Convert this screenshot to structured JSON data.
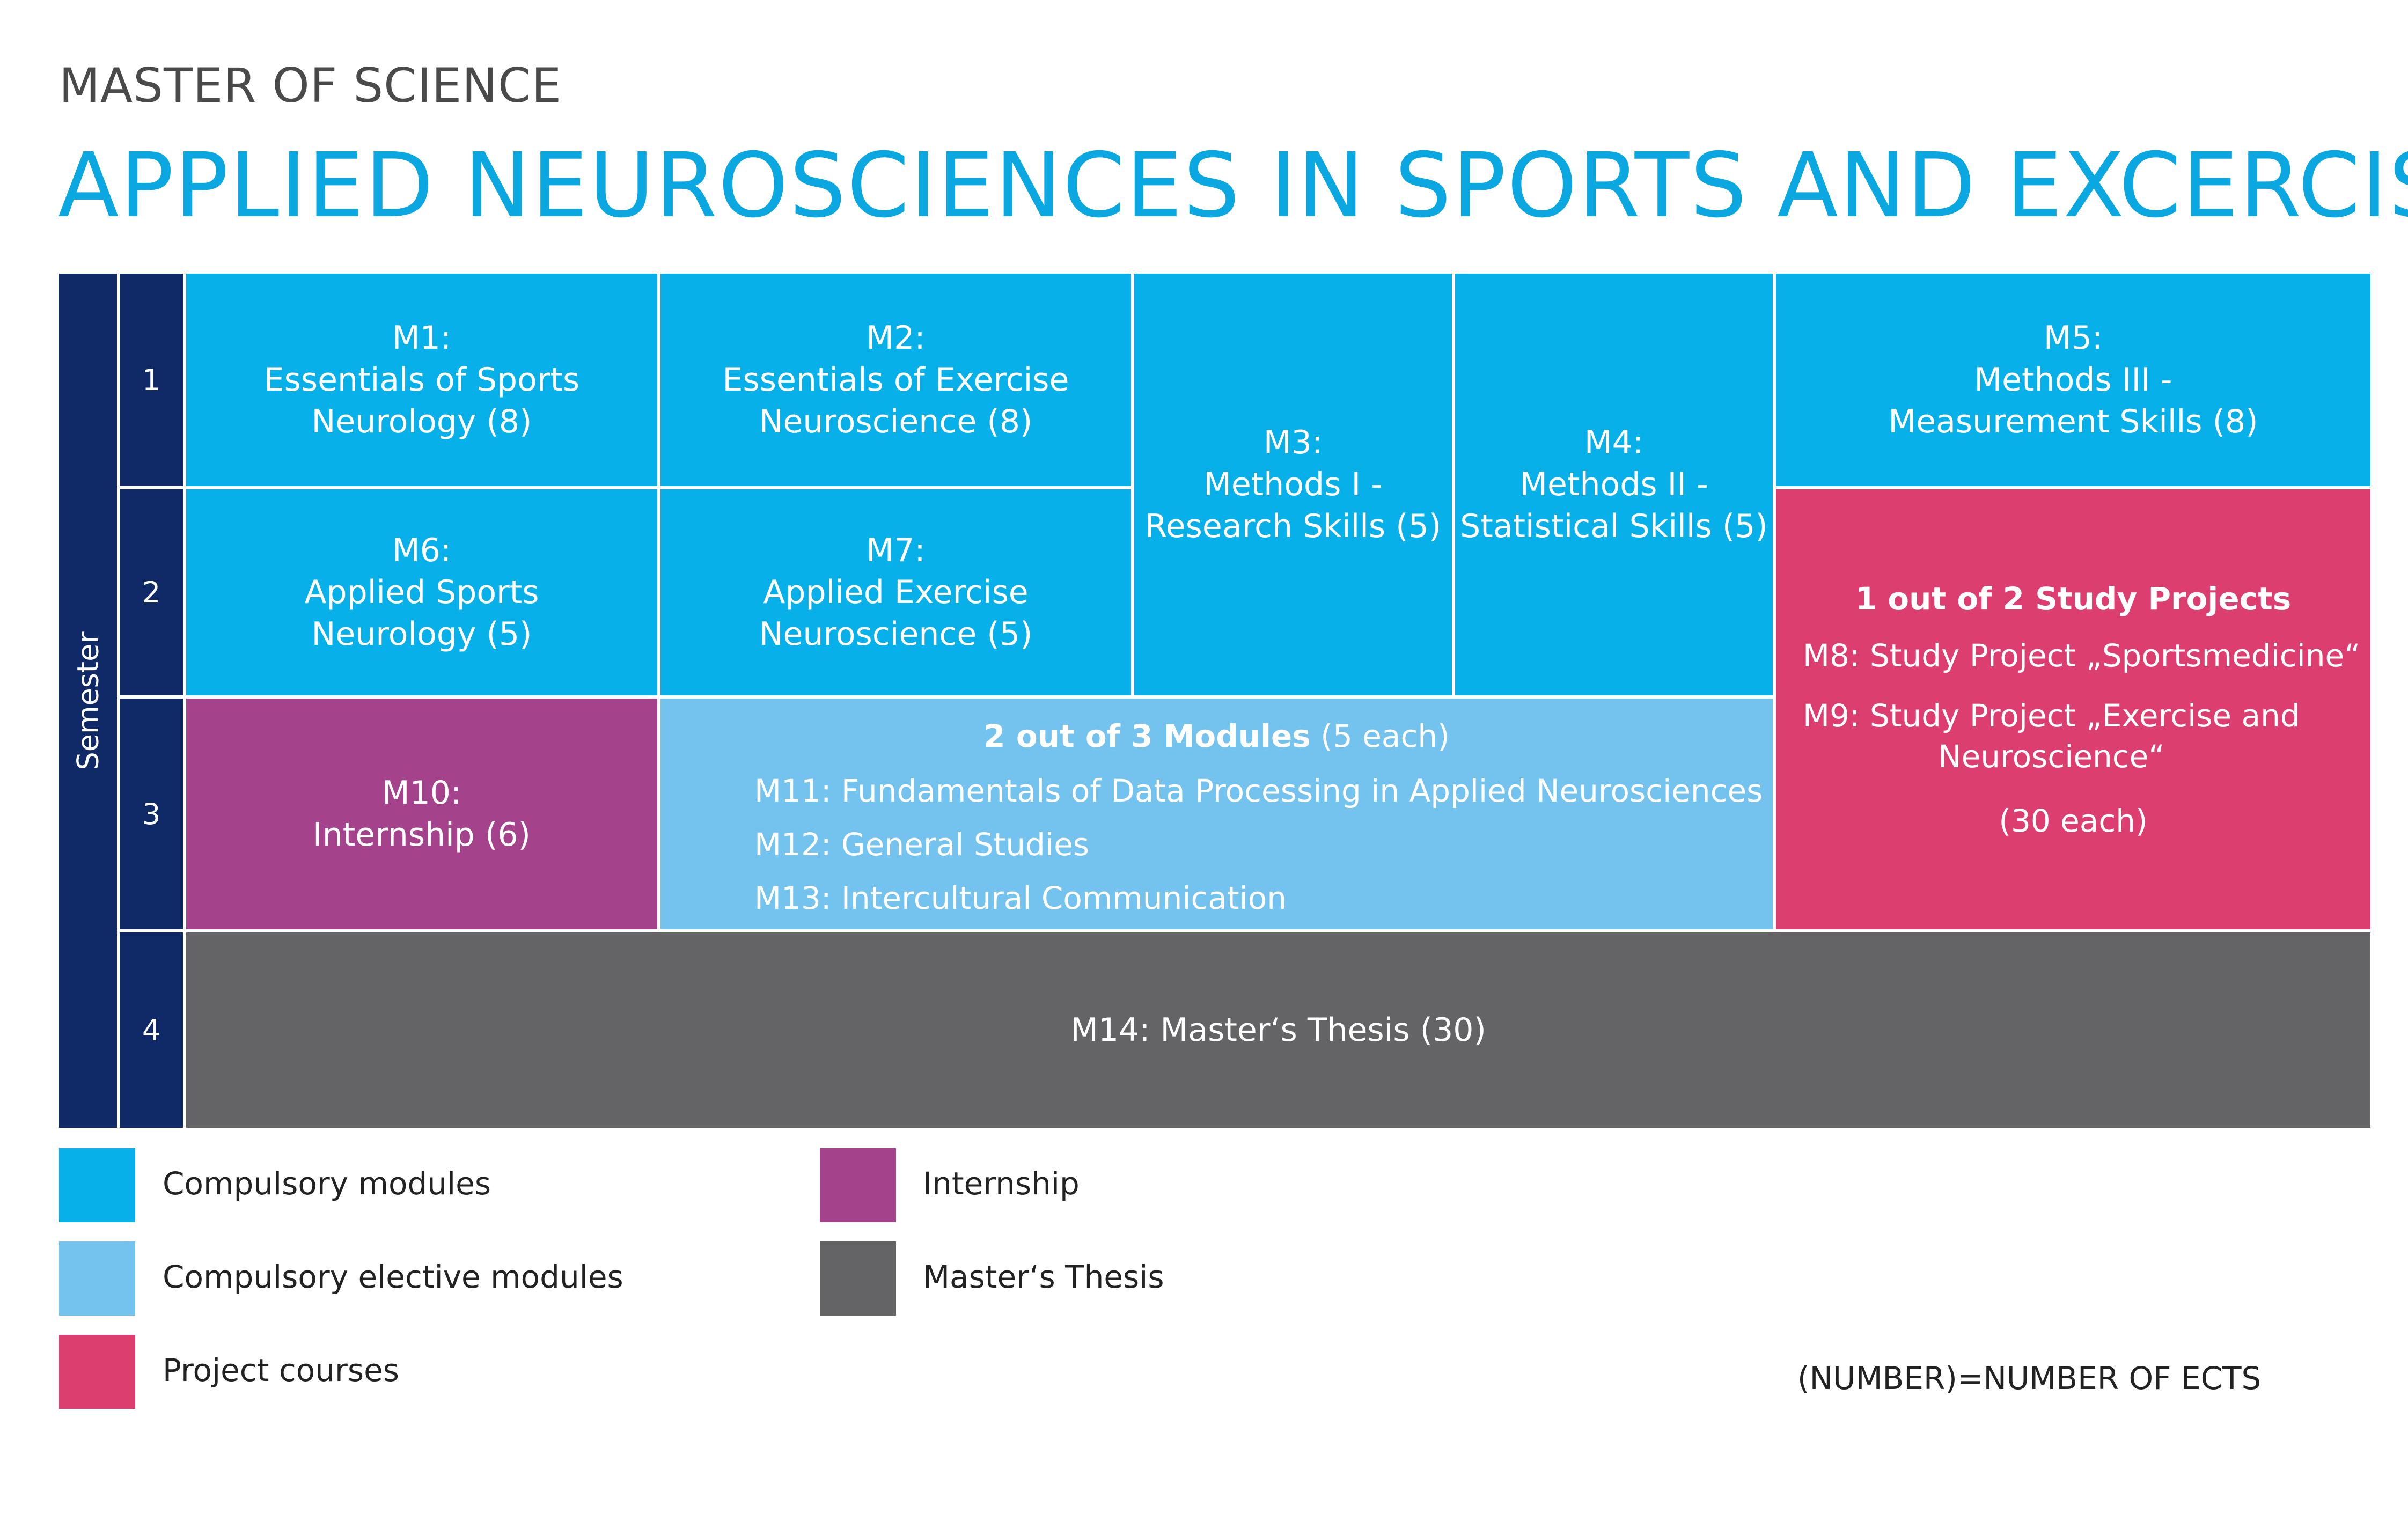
{
  "header": {
    "subtitle": "MASTER OF SCIENCE",
    "title": "APPLIED NEUROSCIENCES IN SPORTS AND EXCERCISE"
  },
  "semester_axis": {
    "label": "Semester",
    "numbers": [
      "1",
      "2",
      "3",
      "4"
    ]
  },
  "modules": {
    "m1": "M1:\nEssentials of Sports\nNeurology (8)",
    "m2": "M2:\nEssentials of Exercise\nNeuroscience (8)",
    "m3": "M3:\nMethods I -\nResearch Skills (5)",
    "m4": "M4:\nMethods II -\nStatistical Skills (5)",
    "m5": "M5:\nMethods III -\nMeasurement Skills (8)",
    "m6": "M6:\nApplied Sports\nNeurology (5)",
    "m7": "M7:\nApplied Exercise\nNeuroscience (5)",
    "m10": "M10:\nInternship (6)",
    "m14": "M14: Master‘s Thesis (30)"
  },
  "electives": {
    "heading_bold": "2 out of 3 Modules",
    "heading_rest": " (5 each)",
    "items": [
      "M11: Fundamentals of Data Processing in Applied Neurosciences",
      "M12: General Studies",
      "M13: Intercultural Communication"
    ]
  },
  "projects": {
    "heading": "1 out of 2 Study Projects",
    "items": [
      "M8: Study Project „Sportsmedicine“",
      "M9: Study Project „Exercise and\nNeuroscience“"
    ],
    "footer": "(30 each)"
  },
  "legend": [
    {
      "label": "Compulsory modules",
      "color": "#07b0e8"
    },
    {
      "label": "Compulsory elective modules",
      "color": "#74c3ee"
    },
    {
      "label": "Project courses",
      "color": "#dc3f6f"
    },
    {
      "label": "Internship",
      "color": "#a4428b"
    },
    {
      "label": "Master‘s Thesis",
      "color": "#646467"
    }
  ],
  "note": "(NUMBER)=NUMBER OF ECTS",
  "colors": {
    "navy": "#0f2a66",
    "compulsory": "#07b0e8",
    "elective": "#74c3ee",
    "project": "#dc3f6f",
    "internship": "#a4428b",
    "thesis": "#646467",
    "title": "#0aa7e0"
  }
}
